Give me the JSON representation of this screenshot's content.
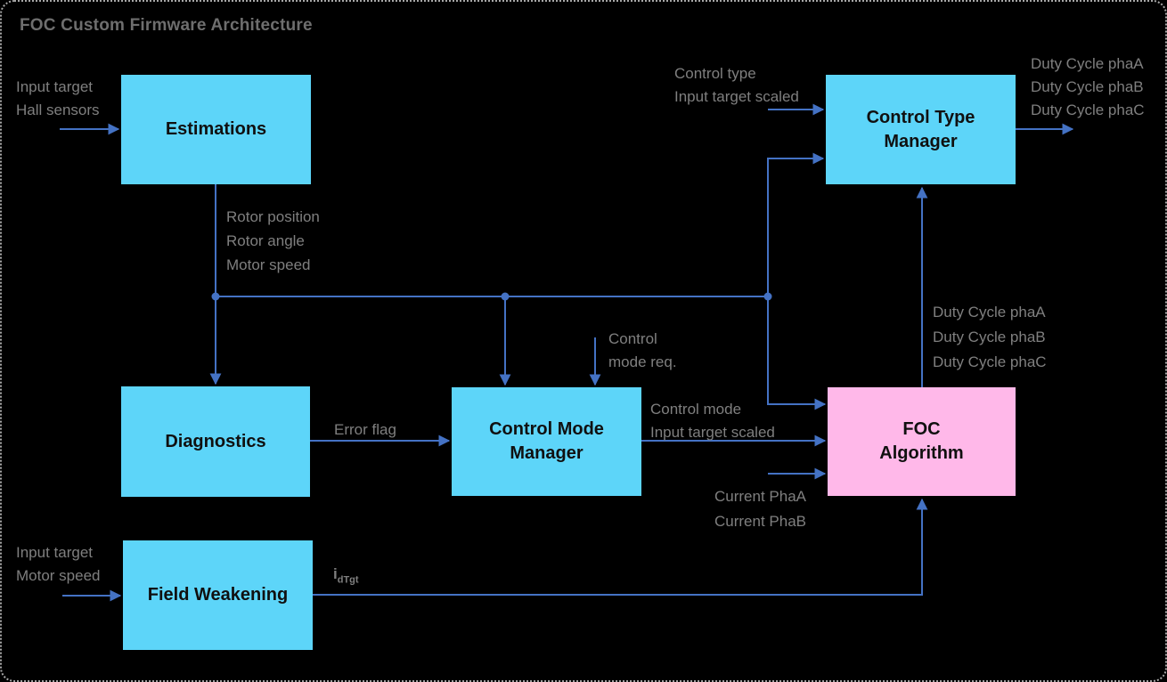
{
  "title": "FOC Custom Firmware Architecture",
  "colors": {
    "background": "#000000",
    "canvas-border": "#a6a6a6",
    "box-cyan": "#5dd5f9",
    "box-pink": "#ffb8e9",
    "box-text": "#101010",
    "connector": "#4472c4",
    "label-gray": "#7f7f7f",
    "title-gray": "#6e6e6e"
  },
  "blocks": {
    "estimations": {
      "line1": "Estimations",
      "line2": ""
    },
    "control_type_manager": {
      "line1": "Control Type",
      "line2": "Manager"
    },
    "diagnostics": {
      "line1": "Diagnostics",
      "line2": ""
    },
    "control_mode_manager": {
      "line1": "Control Mode",
      "line2": "Manager"
    },
    "foc_algorithm": {
      "line1": "FOC",
      "line2": "Algorithm"
    },
    "field_weakening": {
      "line1": "Field Weakening",
      "line2": ""
    }
  },
  "labels": {
    "estimations_inputs": {
      "lines": [
        "Input target",
        "Hall sensors"
      ]
    },
    "estimations_outputs": {
      "lines": [
        "Rotor position",
        "Rotor angle",
        "Motor speed"
      ]
    },
    "control_type_inputs": {
      "lines": [
        "Control type",
        "Input target scaled"
      ]
    },
    "duty_cycle_outputs": {
      "lines": [
        "Duty Cycle phaA",
        "Duty Cycle phaB",
        "Duty Cycle phaC"
      ]
    },
    "control_mode_request": {
      "lines": [
        "Control",
        "mode req."
      ]
    },
    "error_flag": {
      "lines": [
        "Error flag"
      ]
    },
    "control_mode_outputs": {
      "lines": [
        "Control mode",
        "Input target scaled"
      ]
    },
    "duty_cycle_internal": {
      "lines": [
        "Duty Cycle phaA",
        "Duty Cycle phaB",
        "Duty Cycle phaC"
      ]
    },
    "current_inputs": {
      "lines": [
        "Current PhaA",
        "Current PhaB"
      ]
    },
    "field_weakening_inputs": {
      "lines": [
        "Input target",
        "Motor speed"
      ]
    },
    "id_target": {
      "base": "i",
      "sub": "dTgt"
    }
  }
}
